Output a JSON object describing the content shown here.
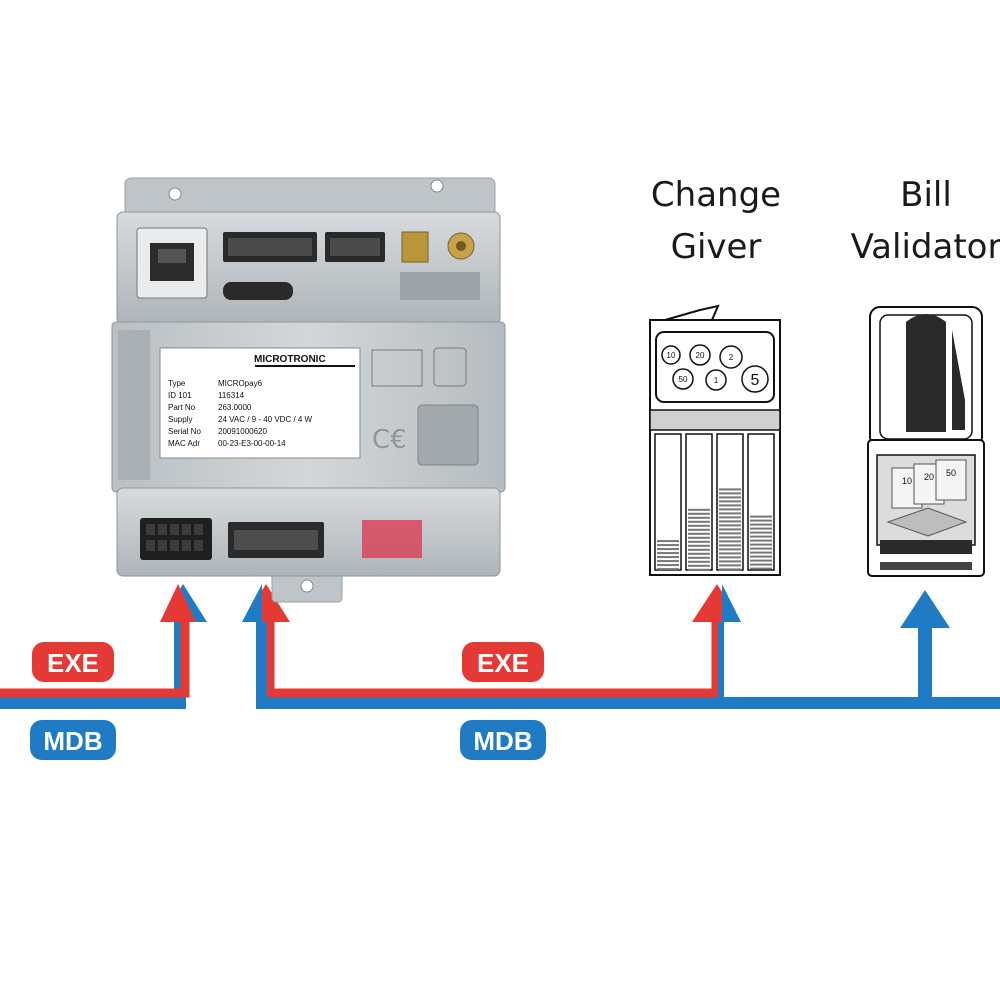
{
  "colors": {
    "exe": "#e53935",
    "mdb": "#1e7bc4",
    "device_body": "#c9ced2",
    "label_bg": "#ffffff"
  },
  "bus": {
    "exe_left": "EXE",
    "mdb_left": "MDB",
    "exe_mid": "EXE",
    "mdb_mid": "MDB"
  },
  "controller": {
    "brand": "MICROTRONIC",
    "label_rows": [
      {
        "key": "Type",
        "value": "MICROpay6"
      },
      {
        "key": "ID 101",
        "value": "116314"
      },
      {
        "key": "Part No",
        "value": "263.0000"
      },
      {
        "key": "Supply",
        "value": "24 VAC / 9 - 40 VDC / 4 W"
      },
      {
        "key": "Serial No",
        "value": "20091000620"
      },
      {
        "key": "MAC Adr",
        "value": "00-23-E3-00-00-14"
      }
    ]
  },
  "change_giver": {
    "title_line1": "Change",
    "title_line2": "Giver",
    "coins": [
      "10",
      "20",
      "2",
      "50",
      "1",
      "5"
    ]
  },
  "bill_validator": {
    "title_line1": "Bill",
    "title_line2": "Validator",
    "notes": [
      "10",
      "20",
      "50"
    ]
  },
  "icons": [
    "arrow-up-icon",
    "coin-icon",
    "banknote-icon"
  ]
}
